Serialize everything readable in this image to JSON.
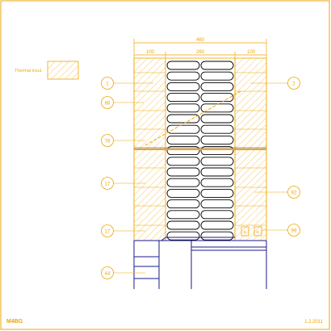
{
  "dimensions": {
    "overall": "460",
    "left": "100",
    "middle": "260",
    "right": "100"
  },
  "legend": {
    "insulation_label": "Thermal insul."
  },
  "callouts": {
    "c1": "1",
    "c2": "2",
    "c88": "88",
    "c78": "78",
    "c17a": "17",
    "c17b": "17",
    "c92": "92",
    "c99": "99",
    "c44": "44"
  },
  "footer": {
    "brand": "M4BG",
    "date": "1.2.2011"
  },
  "colors": {
    "annotation": "#f0a500",
    "structure": "#1a1a8c",
    "outline": "#000000"
  }
}
